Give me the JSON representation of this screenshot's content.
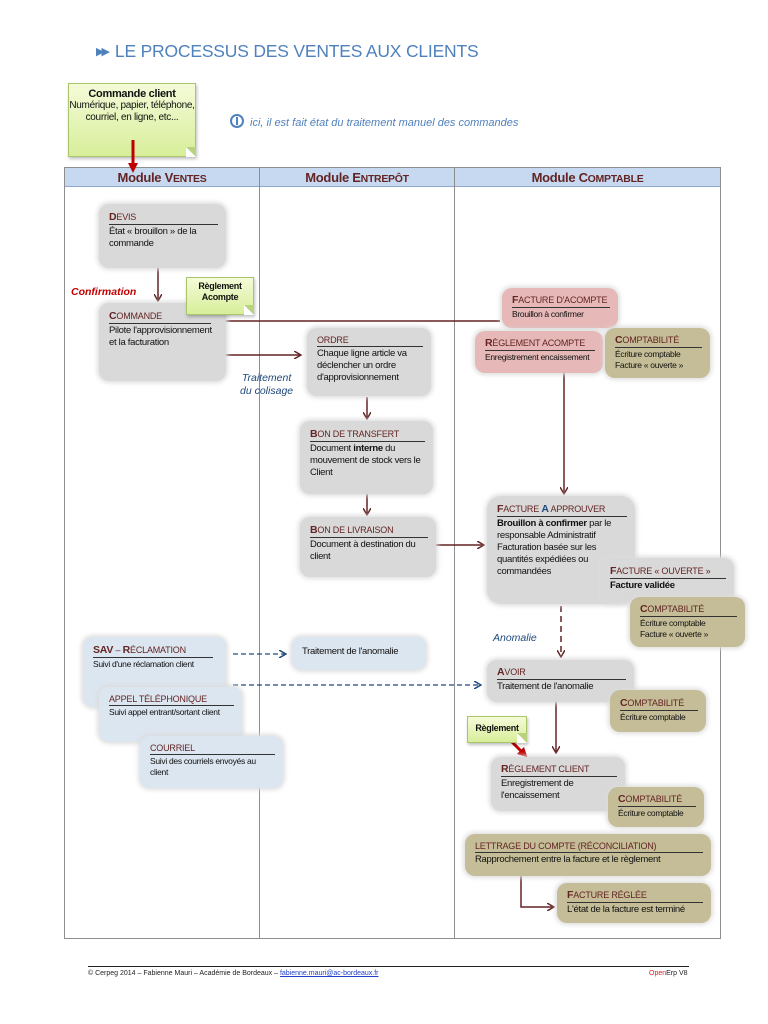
{
  "title": "LE PROCESSUS DES VENTES AUX CLIENTS",
  "title_icon": "double-chevron-right-icon",
  "command_note": {
    "title": "Commande client",
    "body": "Numérique, papier, téléphone, courriel, en ligne, etc..."
  },
  "info_note": {
    "icon": "info-icon",
    "text": "ici, il est fait état du traitement manuel des commandes"
  },
  "lanes": [
    {
      "pre": "Module ",
      "cap": "V",
      "rest": "ENTES"
    },
    {
      "pre": "Module ",
      "cap": "E",
      "rest": "NTREPÔT"
    },
    {
      "pre": "Module ",
      "cap": "C",
      "rest": "OMPTABLE"
    }
  ],
  "labels": {
    "confirmation": "Confirmation",
    "colisage_1": "Traitement",
    "colisage_2": "du colisage",
    "anomalie": "Anomalie",
    "reglement_acompte_note": "Règlement Acompte",
    "reglement_note": "Règlement"
  },
  "boxes": {
    "devis": {
      "cap": "D",
      "rest": "EVIS",
      "body": "État « brouillon » de la commande"
    },
    "commande": {
      "cap": "C",
      "rest": "OMMANDE",
      "body": "Pilote l'approvisionnement et la facturation"
    },
    "ordre": {
      "title": "ORDRE",
      "body": "Chaque ligne article va déclencher un ordre d'approvisionnement"
    },
    "bon_transfert": {
      "cap": "B",
      "rest": "ON DE TRANSFERT",
      "body_1": "Document ",
      "body_bold": "interne",
      "body_2": " du mouvement de stock vers le Client"
    },
    "bon_livraison": {
      "cap": "B",
      "rest": "ON DE LIVRAISON",
      "body": "Document à destination du client"
    },
    "traitement_anomalie": {
      "body": "Traitement de l'anomalie"
    },
    "facture_acompte": {
      "cap": "F",
      "rest": "ACTURE D'ACOMPTE",
      "body": "Brouillon à confirmer"
    },
    "reglement_acompte": {
      "cap": "R",
      "rest": "ÈGLEMENT ACOMPTE",
      "body": "Enregistrement encaissement"
    },
    "compta_1": {
      "cap": "C",
      "rest": "OMPTABILITÉ",
      "body_1": "Écriture comptable",
      "body_2": "Facture « ouverte »"
    },
    "facture_approuver": {
      "cap": "F",
      "rest": "ACTURE ",
      "cap2": "A",
      "rest2": " APPROUVER",
      "body_bold": "Brouillon à confirmer",
      "body": " par le responsable Administratif Facturation basée sur les quantités expédiées ou commandées"
    },
    "facture_ouverte": {
      "cap": "F",
      "rest": "ACTURE « OUVERTE »",
      "body": "Facture validée"
    },
    "compta_2": {
      "cap": "C",
      "rest": "OMPTABILITÉ",
      "body_1": "Écriture comptable",
      "body_2": "Facture « ouverte »"
    },
    "sav": {
      "cap_1": "SAV",
      "mid": " – ",
      "cap": "R",
      "rest": "ÉCLAMATION",
      "body": "Suivi d'une réclamation client"
    },
    "appel": {
      "title": "APPEL TÉLÉPHONIQUE",
      "body": "Suivi appel entrant/sortant client"
    },
    "courriel": {
      "title": "COURRIEL",
      "body": "Suivi des courriels envoyés au client"
    },
    "avoir": {
      "cap": "A",
      "rest": "VOIR",
      "body": "Traitement de l'anomalie"
    },
    "compta_3": {
      "cap": "C",
      "rest": "OMPTABILITÉ",
      "body": "Écriture comptable"
    },
    "reglement_client": {
      "cap": "R",
      "rest": "ÈGLEMENT CLIENT",
      "body": "Enregistrement de l'encaissement"
    },
    "compta_4": {
      "cap": "C",
      "rest": "OMPTABILITÉ",
      "body": "Écriture comptable"
    },
    "lettrage": {
      "title": "LETTRAGE DU COMPTE (RÉCONCILIATION)",
      "body": "Rapprochement entre la facture et le règlement"
    },
    "facture_reglee": {
      "cap": "F",
      "rest": "ACTURE RÉGLÉE",
      "body": "L'état de la facture est terminé"
    }
  },
  "footer": {
    "left": "© Cerpeg 2014 – Fabienne Mauri – Académie de Bordeaux – ",
    "email": "fabienne.mauri@ac-bordeaux.fr",
    "right_open": "Open",
    "right_rest": "Erp V8"
  },
  "colors": {
    "title_blue": "#4f81bd",
    "dark_red": "#632423",
    "arrow": "#632423",
    "arrow_red": "#c00000",
    "dashed_blue": "#1f497d",
    "grey_box": "#d9d9d9",
    "pink_box": "#e6b9b8",
    "olive_box": "#c4bd97",
    "lblue_box": "#dce6f1",
    "lane_header": "#c6d9f1"
  }
}
